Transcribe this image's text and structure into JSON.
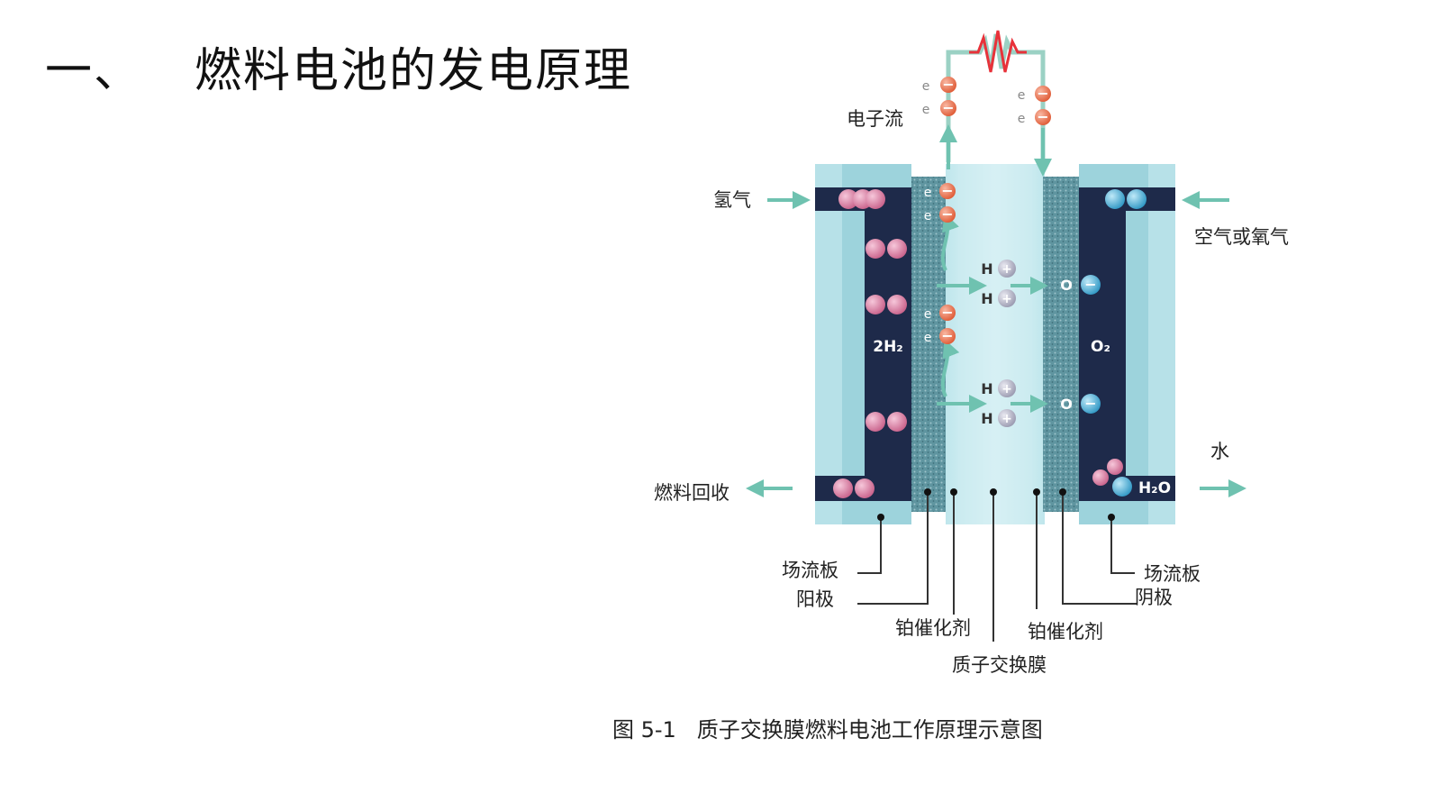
{
  "page": {
    "title_number": "一、",
    "title_text": "燃料电池的发电原理",
    "caption": "图 5-1   质子交换膜燃料电池工作原理示意图"
  },
  "diagram": {
    "labels": {
      "electron_flow": "电子流",
      "hydrogen": "氢气",
      "air_oxygen": "空气或氧气",
      "fuel_recycle": "燃料回收",
      "water": "水",
      "flow_plate_left": "场流板",
      "anode": "阳极",
      "pt_catalyst_left": "铂催化剂",
      "pem": "质子交换膜",
      "pt_catalyst_right": "铂催化剂",
      "flow_plate_right": "场流板",
      "cathode": "阴极"
    },
    "species": {
      "h2_left": "2H₂",
      "o2_right": "O₂",
      "h2o": "H₂O",
      "electron": "e",
      "proton": "H",
      "oxygen_ion": "O",
      "plus": "+",
      "minus": "−"
    },
    "colors": {
      "plate": "#9dd3dc",
      "chamber": "#1e2a4a",
      "catalyst": "#5a8e9a",
      "membrane": "#d2eef2",
      "arrow": "#6fc2b0",
      "electron": "#e8704f",
      "hydrogen_atom": "#d87a9c",
      "oxygen_atom": "#4ab3d8",
      "circuit": "#e8323a"
    }
  }
}
